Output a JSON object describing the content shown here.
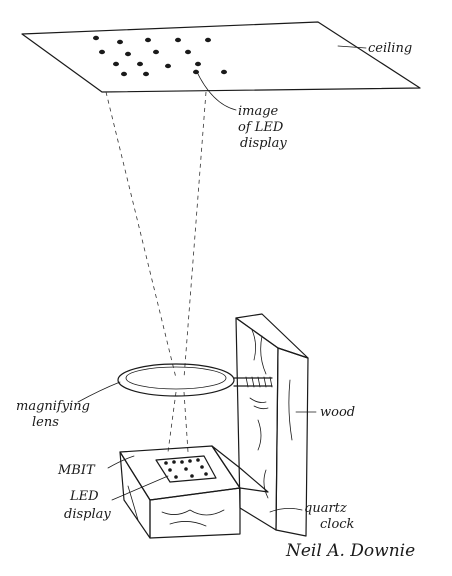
{
  "labels": {
    "ceiling": "ceiling",
    "image_line1": "image",
    "image_line2": "of LED",
    "image_line3": "display",
    "lens_line1": "magnifying",
    "lens_line2": "lens",
    "wood": "wood",
    "mbit": "MBIT",
    "led_line1": "LED",
    "led_line2": "display",
    "clock_line1": "quartz",
    "clock_line2": "clock"
  },
  "signature": "Neil A. Downie"
}
